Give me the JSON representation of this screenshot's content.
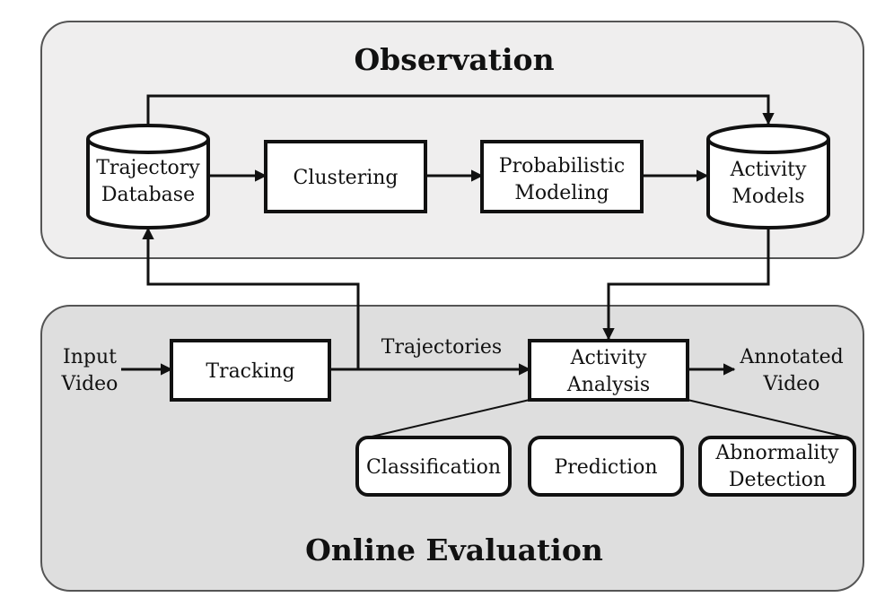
{
  "observation_panel": {
    "title": "Observation",
    "trajectory_database": [
      "Trajectory",
      "Database"
    ],
    "clustering": "Clustering",
    "probabilistic_modeling": [
      "Probabilistic",
      "Modeling"
    ],
    "activity_models": [
      "Activity",
      "Models"
    ]
  },
  "online_panel": {
    "title": "Online Evaluation",
    "input_video": [
      "Input",
      "Video"
    ],
    "tracking": "Tracking",
    "trajectories": "Trajectories",
    "activity_analysis": [
      "Activity",
      "Analysis"
    ],
    "annotated_video": [
      "Annotated",
      "Video"
    ],
    "classification": "Classification",
    "prediction": "Prediction",
    "abnormality_detection": [
      "Abnormality",
      "Detection"
    ]
  },
  "colors": {
    "observation_bg": "#efeeee",
    "online_bg": "#dedede",
    "stroke": "#111111"
  }
}
